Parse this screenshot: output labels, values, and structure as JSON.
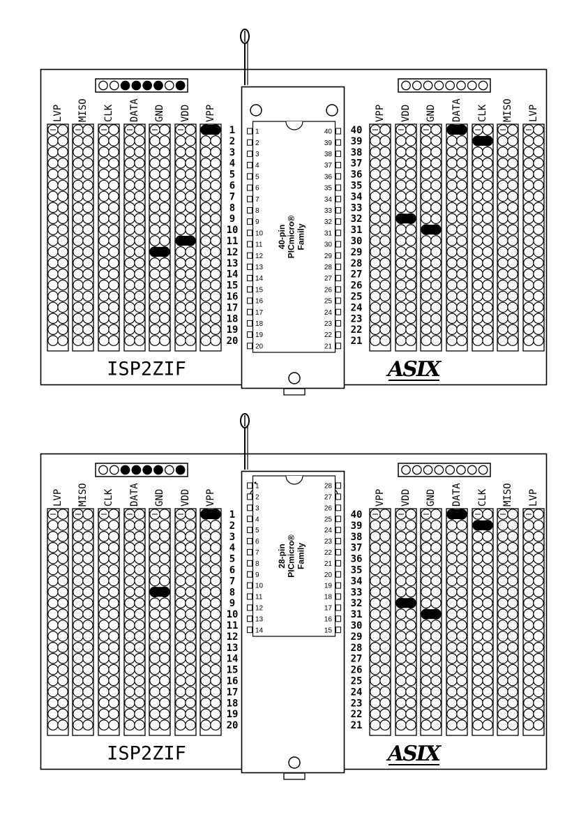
{
  "colors": {
    "ink": "#000000",
    "paper": "#ffffff"
  },
  "boards": [
    {
      "left_headers": [
        "LVP",
        "MISO",
        "CLK",
        "DATA",
        "GND",
        "VDD",
        "VPP"
      ],
      "right_headers": [
        "VPP",
        "VDD",
        "GND",
        "DATA",
        "CLK",
        "MISO",
        "LVP"
      ],
      "left_row_numbers": [
        "1",
        "2",
        "3",
        "4",
        "5",
        "6",
        "7",
        "8",
        "9",
        "10",
        "11",
        "12",
        "13",
        "14",
        "15",
        "16",
        "17",
        "18",
        "19",
        "20"
      ],
      "right_row_numbers": [
        "40",
        "39",
        "38",
        "37",
        "36",
        "35",
        "34",
        "33",
        "32",
        "31",
        "30",
        "29",
        "28",
        "27",
        "26",
        "25",
        "24",
        "23",
        "22",
        "21"
      ],
      "left_jumpers": [
        {
          "signal": "VPP",
          "row": 1
        },
        {
          "signal": "VDD",
          "row": 11
        },
        {
          "signal": "GND",
          "row": 12
        }
      ],
      "right_jumpers": [
        {
          "signal": "DATA",
          "row": 1
        },
        {
          "signal": "CLK",
          "row": 2
        },
        {
          "signal": "VDD",
          "row": 9
        },
        {
          "signal": "GND",
          "row": 10
        }
      ],
      "chip": {
        "pin_count": 40,
        "caption": [
          "40-pin",
          "PICmicro®",
          "Family"
        ],
        "left_pins": [
          "1",
          "2",
          "3",
          "4",
          "5",
          "6",
          "7",
          "8",
          "9",
          "10",
          "11",
          "12",
          "13",
          "14",
          "15",
          "16",
          "17",
          "18",
          "19",
          "20"
        ],
        "right_pins": [
          "40",
          "39",
          "38",
          "37",
          "36",
          "35",
          "34",
          "33",
          "32",
          "31",
          "30",
          "29",
          "28",
          "27",
          "26",
          "25",
          "24",
          "23",
          "22",
          "21"
        ]
      },
      "title": "ISP2ZIF",
      "logo": "ASIX",
      "header_connectors": {
        "left": [
          false,
          false,
          true,
          true,
          true,
          true,
          false,
          true
        ],
        "right": [
          false,
          false,
          false,
          false,
          false,
          false,
          false,
          false
        ]
      }
    },
    {
      "left_headers": [
        "LVP",
        "MISO",
        "CLK",
        "DATA",
        "GND",
        "VDD",
        "VPP"
      ],
      "right_headers": [
        "VPP",
        "VDD",
        "GND",
        "DATA",
        "CLK",
        "MISO",
        "LVP"
      ],
      "left_row_numbers": [
        "1",
        "2",
        "3",
        "4",
        "5",
        "6",
        "7",
        "8",
        "9",
        "10",
        "11",
        "12",
        "13",
        "14",
        "15",
        "16",
        "17",
        "18",
        "19",
        "20"
      ],
      "right_row_numbers": [
        "40",
        "39",
        "38",
        "37",
        "36",
        "35",
        "34",
        "33",
        "32",
        "31",
        "30",
        "29",
        "28",
        "27",
        "26",
        "25",
        "24",
        "23",
        "22",
        "21"
      ],
      "left_jumpers": [
        {
          "signal": "VPP",
          "row": 1
        },
        {
          "signal": "GND",
          "row": 8
        }
      ],
      "right_jumpers": [
        {
          "signal": "DATA",
          "row": 1
        },
        {
          "signal": "CLK",
          "row": 2
        },
        {
          "signal": "VDD",
          "row": 9
        },
        {
          "signal": "GND",
          "row": 10
        }
      ],
      "chip": {
        "pin_count": 28,
        "caption": [
          "28-pin",
          "PICmicro®",
          "Family"
        ],
        "left_pins": [
          "1",
          "2",
          "3",
          "4",
          "5",
          "6",
          "7",
          "8",
          "9",
          "10",
          "11",
          "12",
          "13",
          "14"
        ],
        "right_pins": [
          "28",
          "27",
          "26",
          "25",
          "24",
          "23",
          "22",
          "21",
          "20",
          "19",
          "18",
          "17",
          "16",
          "15"
        ]
      },
      "title": "ISP2ZIF",
      "logo": "ASIX",
      "header_connectors": {
        "left": [
          false,
          false,
          true,
          true,
          true,
          true,
          false,
          true
        ],
        "right": [
          false,
          false,
          false,
          false,
          false,
          false,
          false,
          false
        ]
      }
    }
  ]
}
